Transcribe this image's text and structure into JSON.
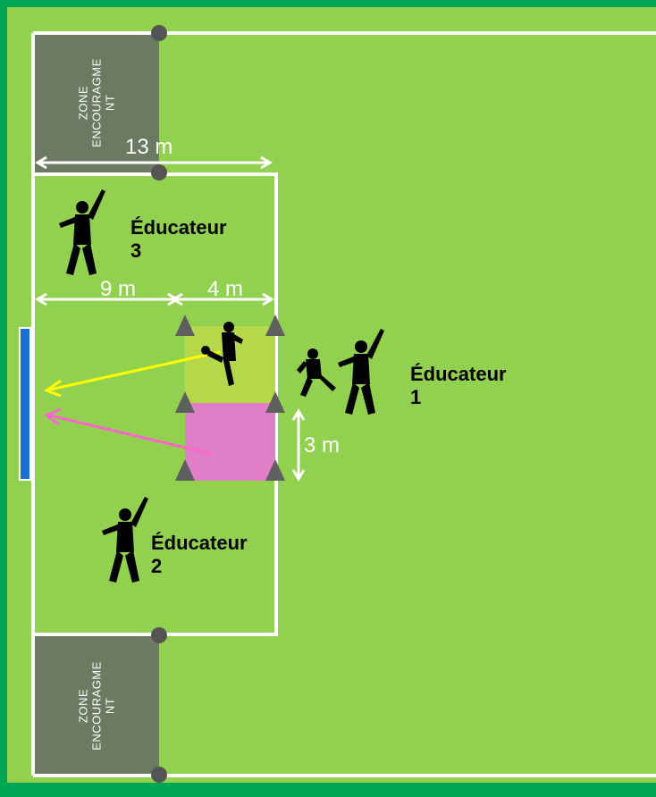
{
  "colors": {
    "outer": "#00a651",
    "grass": "#92d050",
    "zone": "#6b7a60",
    "zone_yellow": "#b5d84a",
    "zone_pink": "#e07fc8",
    "goal": "#1b6fcf",
    "cone": "#5f5f5f",
    "post": "#555555",
    "arrow_yellow": "#ffff00",
    "arrow_pink": "#ff66cc",
    "line": "#ffffff"
  },
  "zones": {
    "top_label": "ZONE\nENCOURAGME\nNT",
    "bottom_label": "ZONE\nENCOURAGME\nNT"
  },
  "dimensions": {
    "total_width": "13 m",
    "left_part": "9 m",
    "right_part": "4 m",
    "box_height": "3 m"
  },
  "coaches": {
    "coach1": {
      "name": "Éducateur",
      "number": "1"
    },
    "coach2": {
      "name": "Éducateur",
      "number": "2"
    },
    "coach3": {
      "name": "Éducateur",
      "number": "3"
    }
  },
  "icons": {
    "player": "person-silhouette-icon",
    "cone": "cone-icon",
    "post": "post-icon"
  }
}
